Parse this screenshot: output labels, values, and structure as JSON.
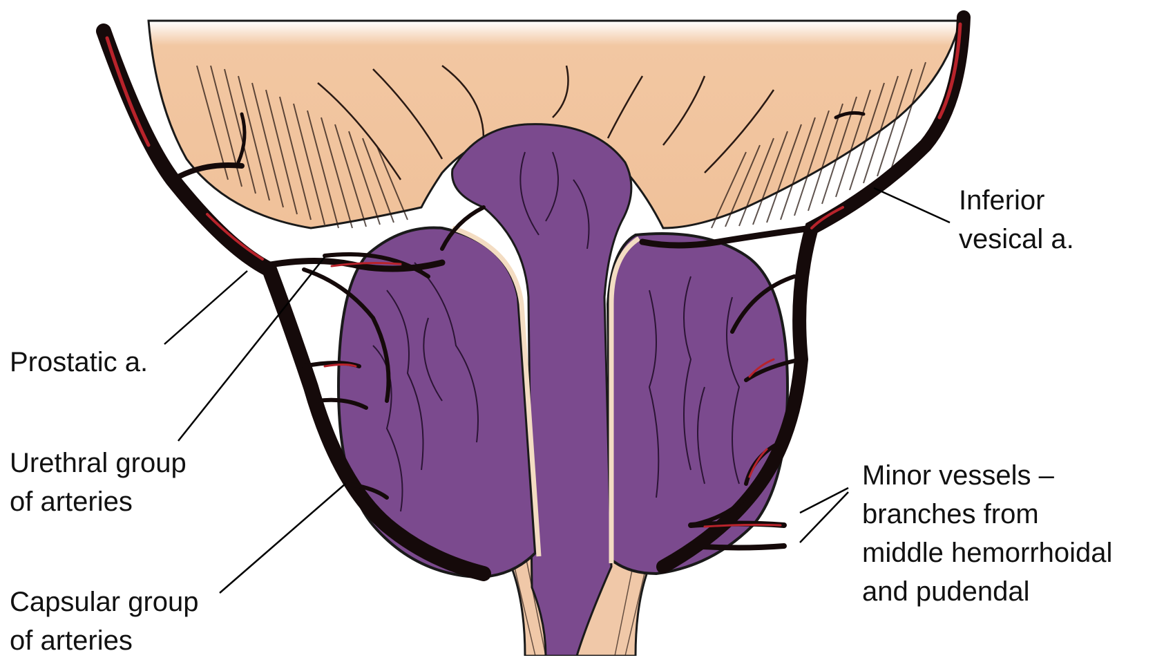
{
  "colors": {
    "tissue": "#f2c7a2",
    "tissue_edge": "#e9b98f",
    "prostate": "#7b4a8e",
    "prostate_dark": "#4c2a5c",
    "artery": "#150a0a",
    "artery_highlight": "#b8232b",
    "urethra_line": "#f3dcc2",
    "leader": "#000000"
  },
  "labels": {
    "inferior_vesical": [
      "Inferior",
      "vesical a."
    ],
    "prostatic": [
      "Prostatic a."
    ],
    "urethral": [
      "Urethral group",
      "of arteries"
    ],
    "capsular": [
      "Capsular group",
      "of arteries"
    ],
    "minor": [
      "Minor vessels –",
      "branches from",
      "middle hemorrhoidal",
      "and pudendal"
    ]
  }
}
